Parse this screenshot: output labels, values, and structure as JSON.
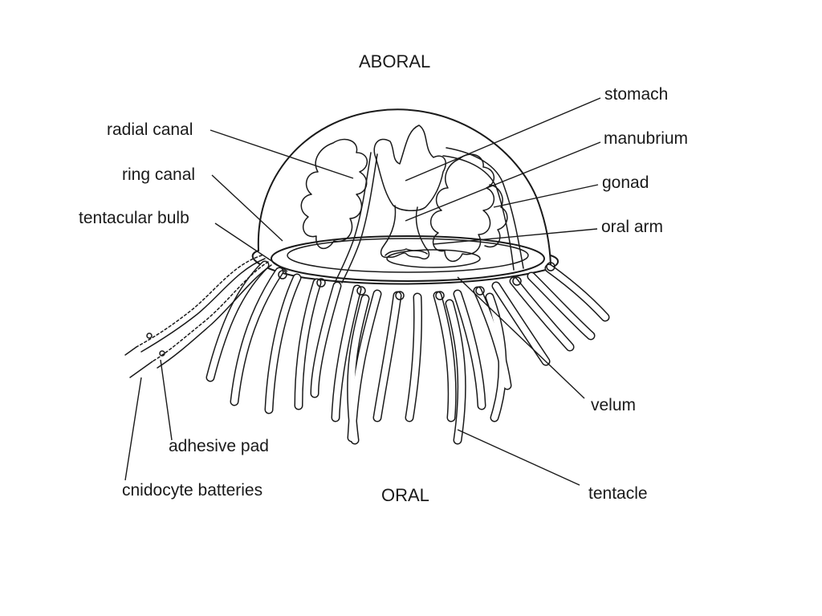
{
  "orientation": {
    "top": "ABORAL",
    "bottom": "ORAL"
  },
  "labels": {
    "radial_canal": "radial canal",
    "ring_canal": "ring canal",
    "tentacular_bulb": "tentacular bulb",
    "adhesive_pad": "adhesive pad",
    "cnidocyte_batteries": "cnidocyte batteries",
    "stomach": "stomach",
    "manubrium": "manubrium",
    "gonad": "gonad",
    "oral_arm": "oral arm",
    "velum": "velum",
    "tentacle": "tentacle"
  }
}
